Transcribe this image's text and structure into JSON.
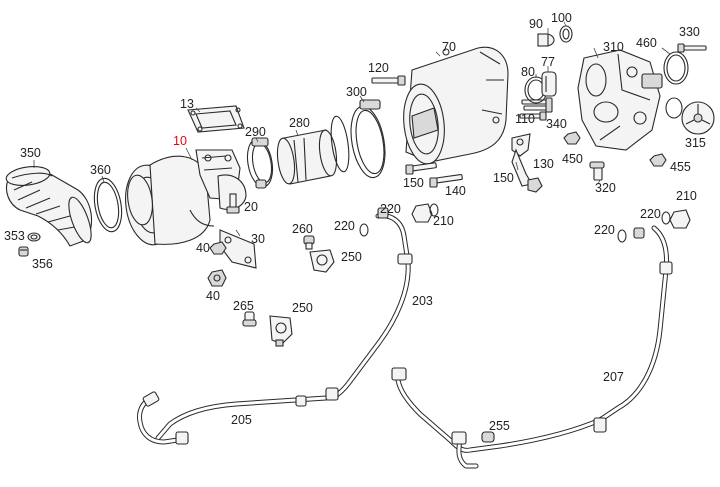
{
  "diagram": {
    "highlight_color": "#e30613",
    "text_color": "#222222",
    "callouts": [
      {
        "id": "c10",
        "text": "10",
        "highlight": true
      },
      {
        "id": "c13",
        "text": "13"
      },
      {
        "id": "c20",
        "text": "20"
      },
      {
        "id": "c30",
        "text": "30"
      },
      {
        "id": "c40a",
        "text": "40"
      },
      {
        "id": "c40b",
        "text": "40"
      },
      {
        "id": "c70",
        "text": "70"
      },
      {
        "id": "c77",
        "text": "77"
      },
      {
        "id": "c80",
        "text": "80"
      },
      {
        "id": "c90",
        "text": "90"
      },
      {
        "id": "c100",
        "text": "100"
      },
      {
        "id": "c110",
        "text": "110"
      },
      {
        "id": "c120",
        "text": "120"
      },
      {
        "id": "c130",
        "text": "130"
      },
      {
        "id": "c140",
        "text": "140"
      },
      {
        "id": "c150a",
        "text": "150"
      },
      {
        "id": "c150b",
        "text": "150"
      },
      {
        "id": "c203",
        "text": "203"
      },
      {
        "id": "c205",
        "text": "205"
      },
      {
        "id": "c207",
        "text": "207"
      },
      {
        "id": "c210a",
        "text": "210"
      },
      {
        "id": "c210b",
        "text": "210"
      },
      {
        "id": "c220a",
        "text": "220"
      },
      {
        "id": "c220b",
        "text": "220"
      },
      {
        "id": "c220c",
        "text": "220"
      },
      {
        "id": "c220d",
        "text": "220"
      },
      {
        "id": "c250a",
        "text": "250"
      },
      {
        "id": "c250b",
        "text": "250"
      },
      {
        "id": "c255",
        "text": "255"
      },
      {
        "id": "c260",
        "text": "260"
      },
      {
        "id": "c265",
        "text": "265"
      },
      {
        "id": "c280",
        "text": "280"
      },
      {
        "id": "c290",
        "text": "290"
      },
      {
        "id": "c300",
        "text": "300"
      },
      {
        "id": "c310",
        "text": "310"
      },
      {
        "id": "c315",
        "text": "315"
      },
      {
        "id": "c320",
        "text": "320"
      },
      {
        "id": "c330",
        "text": "330"
      },
      {
        "id": "c340",
        "text": "340"
      },
      {
        "id": "c350",
        "text": "350"
      },
      {
        "id": "c353",
        "text": "353"
      },
      {
        "id": "c356",
        "text": "356"
      },
      {
        "id": "c360",
        "text": "360"
      },
      {
        "id": "c450",
        "text": "450"
      },
      {
        "id": "c455",
        "text": "455"
      },
      {
        "id": "c460",
        "text": "460"
      }
    ]
  }
}
